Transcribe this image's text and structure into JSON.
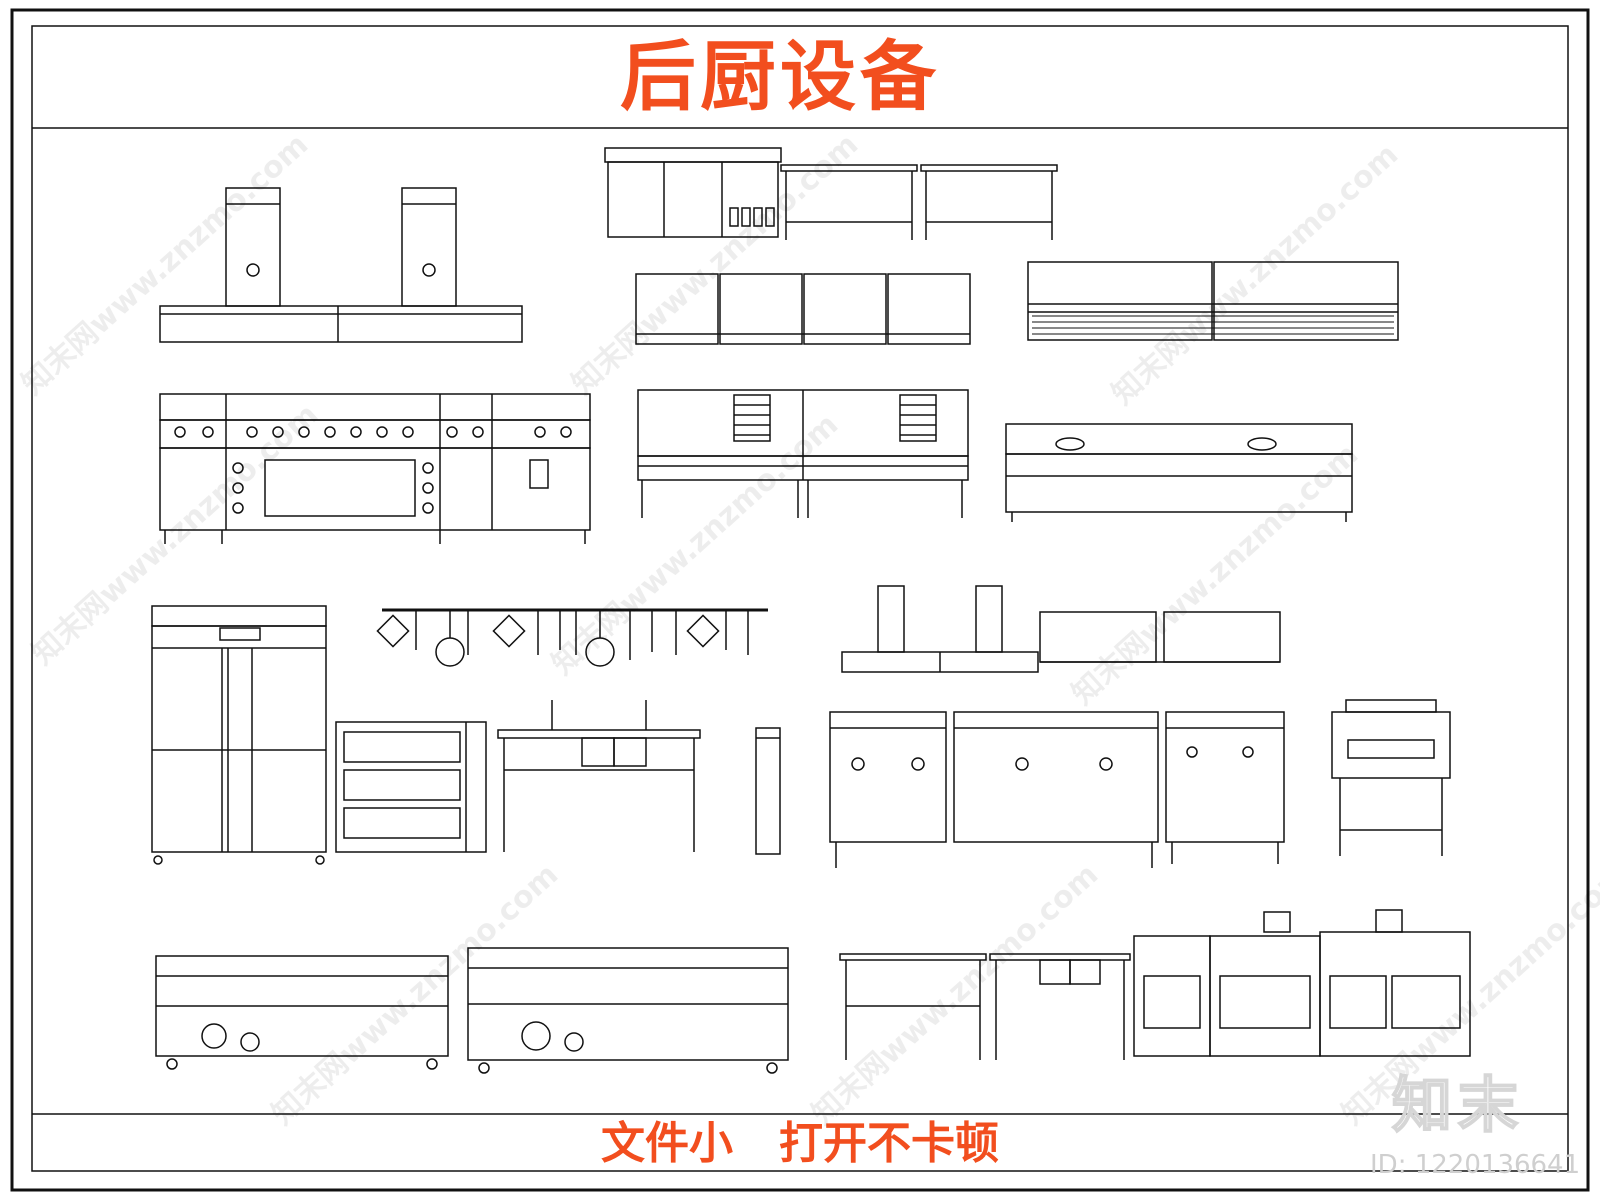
{
  "header": {
    "title": "后厨设备"
  },
  "footer": {
    "slogan": "文件小   打开不卡顿"
  },
  "watermark": {
    "logo_text": "知末",
    "id_text": "ID: 1220136641",
    "site_text": "知末网www.znzmo.com"
  },
  "colors": {
    "accent": "#f24e1e",
    "line": "#111111",
    "watermark": "#d0d0d0"
  }
}
